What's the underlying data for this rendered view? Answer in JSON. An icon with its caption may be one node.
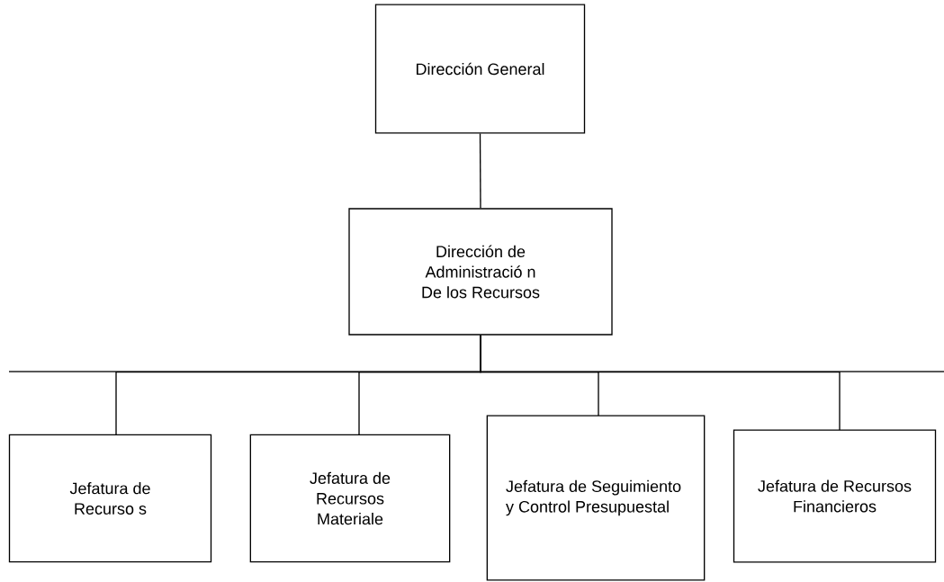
{
  "diagram": {
    "nodes": [
      {
        "text": [
          "Dirección General"
        ]
      },
      {
        "text": [
          "Dirección de Administració n De los Recursos"
        ]
      },
      {
        "text": [
          "Jefatura de Recurso s"
        ]
      },
      {
        "text": [
          "Jefatura de Recursos Materiale"
        ]
      },
      {
        "text": [
          "Jefatura de Seguimiento y Control Presupuestal"
        ]
      },
      {
        "text": [
          "Jefatura de Recursos Financieros"
        ]
      }
    ],
    "edges": [
      {
        "from": 0,
        "to": 1,
        "arrow": "none"
      },
      {
        "from": 1,
        "to": 2,
        "arrow": "none"
      },
      {
        "from": 1,
        "to": 3,
        "arrow": "none"
      },
      {
        "from": 1,
        "to": 4,
        "arrow": "none"
      },
      {
        "from": 1,
        "to": 5,
        "arrow": "none"
      }
    ]
  }
}
